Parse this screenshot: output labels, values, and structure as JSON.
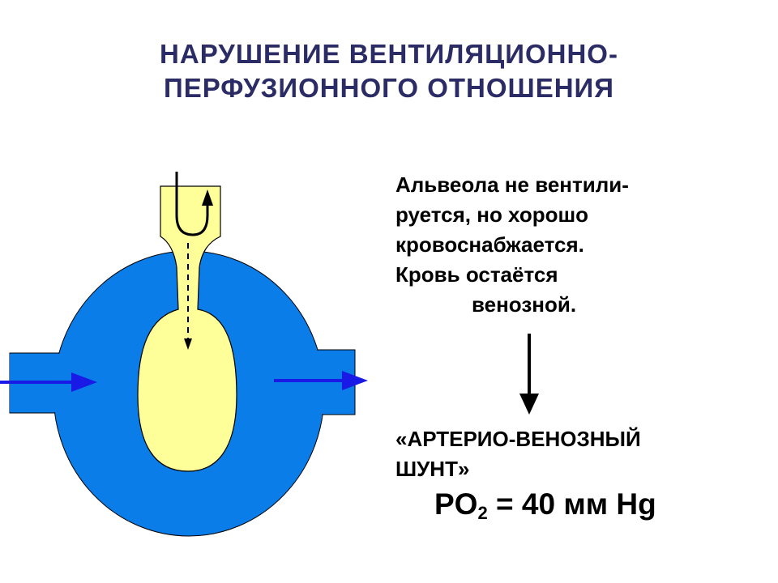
{
  "title": {
    "line1": "НАРУШЕНИЕ ВЕНТИЛЯЦИОННО-",
    "line2": "ПЕРФУЗИОННОГО ОТНОШЕНИЯ"
  },
  "description": {
    "line1": "Альвеола не вентили-",
    "line2": "руется, но хорошо",
    "line3": "кровоснабжается.",
    "line4": "Кровь остаётся",
    "line5": "венозной."
  },
  "shunt": {
    "line1": "«АРТЕРИО-ВЕНОЗНЫЙ",
    "line2": "ШУНТ»"
  },
  "po2": {
    "label": "PO",
    "subscript": "2",
    "value": "= 40 мм Hg"
  },
  "colors": {
    "title": "#2b2b66",
    "blood": "#0a7de8",
    "alveolus": "#ffff99",
    "arrow_blood": "#1a1ae6",
    "text": "#000000"
  },
  "icons": [
    "blood-flow-arrow-icon",
    "air-flow-arrow-icon",
    "result-arrow-icon"
  ]
}
